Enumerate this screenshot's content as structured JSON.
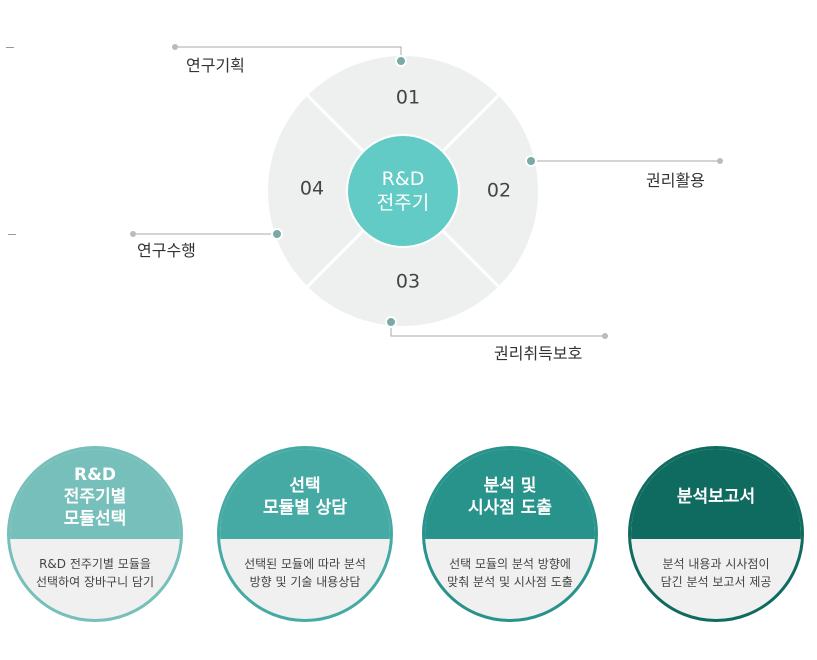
{
  "cycle": {
    "center_line1": "R&D",
    "center_line2": "전주기",
    "segments": [
      "01",
      "02",
      "03",
      "04"
    ],
    "stages": [
      "연구기획",
      "권리활용",
      "권리취득보호",
      "연구수행"
    ]
  },
  "steps": [
    {
      "title_lines": [
        "R&D",
        "전주기별",
        "모듈선택"
      ],
      "desc_lines": [
        "R&D 전주기별 모듈을",
        "선택하여 장바구니 담기"
      ],
      "color": "#76bfba"
    },
    {
      "title_lines": [
        "선택",
        "모듈별 상담"
      ],
      "desc_lines": [
        "선택된 모듈에 따라 분석",
        "방향 및 기술 내용상담"
      ],
      "color": "#46aaa4"
    },
    {
      "title_lines": [
        "분석 및",
        "시사점 도출"
      ],
      "desc_lines": [
        "선택 모듈의 분석 방향에",
        "맞춰 분석 및 시사점 도출"
      ],
      "color": "#27938b"
    },
    {
      "title_lines": [
        "분석보고서"
      ],
      "desc_lines": [
        "분석 내용과 시사점이",
        "담긴 분석 보고서 제공"
      ],
      "color": "#0f6b5f"
    }
  ],
  "colors": {
    "ring": "#eef0f0",
    "center": "#63cbc5",
    "dot": "#7aa9a6",
    "leader": "#aaaaaa"
  }
}
